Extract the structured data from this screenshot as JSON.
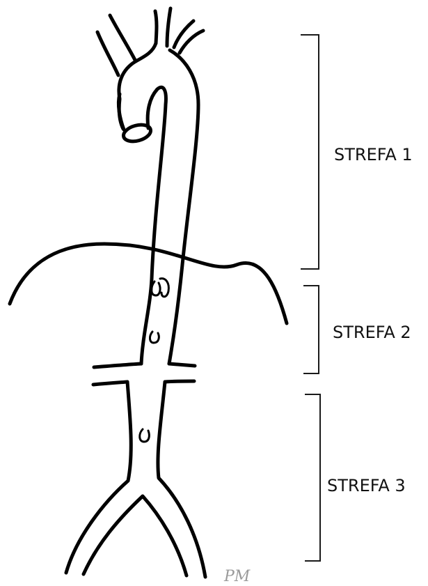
{
  "zones": [
    {
      "label": "STREFA 1"
    },
    {
      "label": "STREFA 2"
    },
    {
      "label": "STREFA 3"
    }
  ],
  "signature": "PM"
}
